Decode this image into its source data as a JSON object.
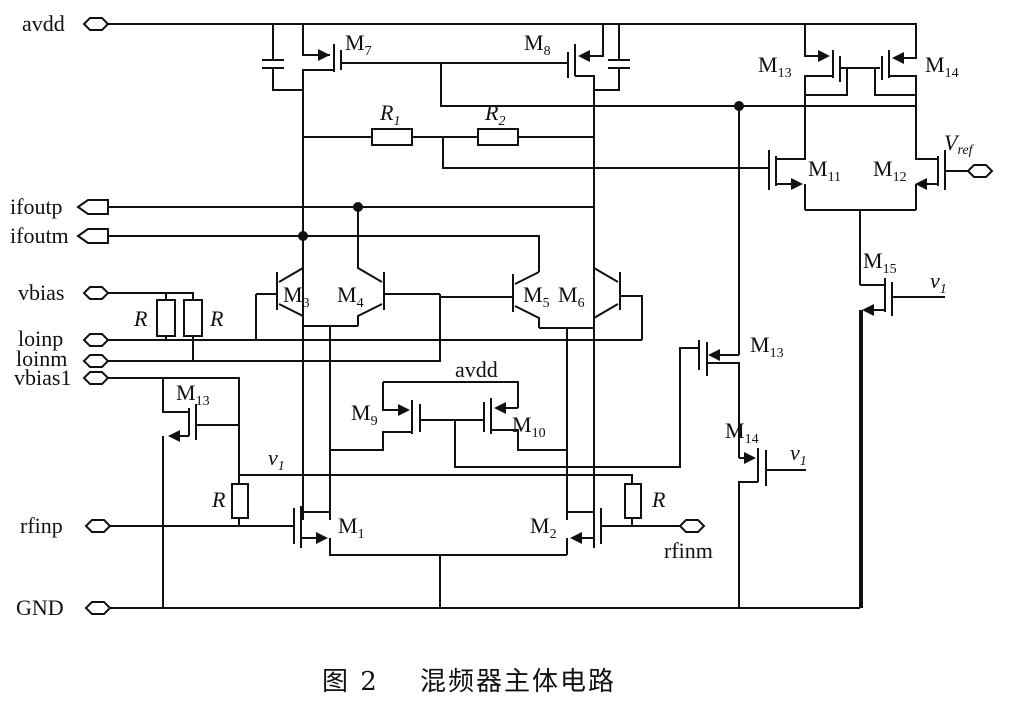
{
  "figure": {
    "caption_number": "图 2",
    "caption_title": "混频器主体电路"
  },
  "ports": {
    "avdd": "avdd",
    "ifoutp": "ifoutp",
    "ifoutm": "ifoutm",
    "vbias": "vbias",
    "loinp": "loinp",
    "loinm": "loinm",
    "vbias1": "vbias1",
    "rfinp": "rfinp",
    "rfinm": "rfinm",
    "gnd": "GND",
    "vref_main": "V",
    "vref_sub": "ref",
    "avdd_inner": "avdd"
  },
  "transistors": {
    "m1": {
      "name": "M",
      "sub": "1"
    },
    "m2": {
      "name": "M",
      "sub": "2"
    },
    "m3": {
      "name": "M",
      "sub": "3"
    },
    "m4": {
      "name": "M",
      "sub": "4"
    },
    "m5": {
      "name": "M",
      "sub": "5"
    },
    "m6": {
      "name": "M",
      "sub": "6"
    },
    "m7": {
      "name": "M",
      "sub": "7"
    },
    "m8": {
      "name": "M",
      "sub": "8"
    },
    "m9": {
      "name": "M",
      "sub": "9"
    },
    "m10": {
      "name": "M",
      "sub": "10"
    },
    "m11": {
      "name": "M",
      "sub": "11"
    },
    "m12": {
      "name": "M",
      "sub": "12"
    },
    "m13_top": {
      "name": "M",
      "sub": "13"
    },
    "m14_top": {
      "name": "M",
      "sub": "14"
    },
    "m13_left": {
      "name": "M",
      "sub": "13"
    },
    "m13_mid": {
      "name": "M",
      "sub": "13"
    },
    "m14_mid": {
      "name": "M",
      "sub": "14"
    },
    "m15": {
      "name": "M",
      "sub": "15"
    }
  },
  "resistors": {
    "r1": {
      "name": "R",
      "sub": "1"
    },
    "r2": {
      "name": "R",
      "sub": "2"
    },
    "r_bias_left": "R",
    "r_bias_right": "R",
    "r_rf_left": "R",
    "r_rf_right": "R"
  },
  "nodes": {
    "v1_main": "v",
    "v1_sub": "1",
    "v1_m15": "v",
    "v1_m14": "v"
  }
}
